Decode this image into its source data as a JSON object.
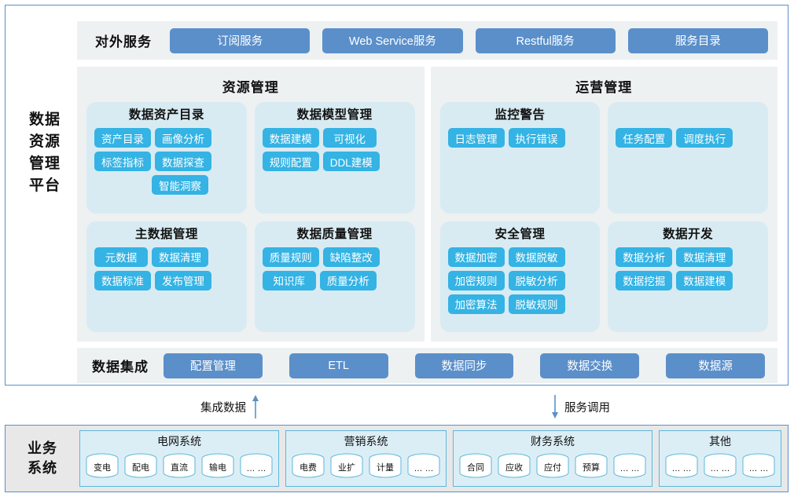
{
  "platform": {
    "title_lines": [
      "数据",
      "资源",
      "管理",
      "平台"
    ],
    "external_services": {
      "label": "对外服务",
      "buttons": [
        "订阅服务",
        "Web Service服务",
        "Restful服务",
        "服务目录"
      ]
    },
    "columns": [
      {
        "title": "资源管理",
        "panels": [
          {
            "title": "数据资产目录",
            "chips": [
              "资产目录",
              "画像分析",
              "标签指标",
              "数据探查",
              "",
              "智能洞察"
            ]
          },
          {
            "title": "数据模型管理",
            "chips": [
              "数据建模",
              "可视化",
              "规则配置",
              "DDL建模"
            ]
          },
          {
            "title": "主数据管理",
            "chips": [
              "元数据",
              "数据清理",
              "数据标准",
              "发布管理"
            ]
          },
          {
            "title": "数据质量管理",
            "chips": [
              "质量规则",
              "缺陷整改",
              "知识库",
              "质量分析"
            ]
          }
        ]
      },
      {
        "title": "运营管理",
        "panels": [
          {
            "title": "监控警告",
            "chips": [
              "日志管理",
              "执行错误"
            ]
          },
          {
            "title": "",
            "chips": [
              "任务配置",
              "调度执行"
            ]
          },
          {
            "title": "安全管理",
            "chips": [
              "数据加密",
              "数据脱敏",
              "加密规则",
              "脱敏分析",
              "加密算法",
              "脱敏规则"
            ]
          },
          {
            "title": "数据开发",
            "chips": [
              "数据分析",
              "数据清理",
              "数据挖掘",
              "数据建模"
            ]
          }
        ]
      }
    ],
    "data_integration": {
      "label": "数据集成",
      "buttons": [
        "配置管理",
        "ETL",
        "数据同步",
        "数据交换",
        "数据源"
      ]
    }
  },
  "connectors": [
    {
      "label": "集成数据",
      "direction": "up"
    },
    {
      "label": "服务调用",
      "direction": "down"
    }
  ],
  "business": {
    "label_lines": [
      "业务",
      "系统"
    ],
    "groups": [
      {
        "title": "电网系统",
        "items": [
          "变电",
          "配电",
          "直流",
          "输电",
          "… …"
        ]
      },
      {
        "title": "营销系统",
        "items": [
          "电费",
          "业扩",
          "计量",
          "… …"
        ]
      },
      {
        "title": "财务系统",
        "items": [
          "合同",
          "应收",
          "应付",
          "预算",
          "… …"
        ]
      },
      {
        "title": "其他",
        "items": [
          "… …",
          "… …",
          "… …"
        ]
      }
    ]
  },
  "colors": {
    "frame_border": "#5B8FC9",
    "service_button": "#5B8FC9",
    "chip": "#34B3E4",
    "section_bg": "#EDF1F2",
    "panel_bg": "#D9EBF2",
    "business_bg": "#E8E8E8",
    "business_group_bg": "#DCEEF5",
    "cylinder_stroke": "#5BB7DD"
  }
}
